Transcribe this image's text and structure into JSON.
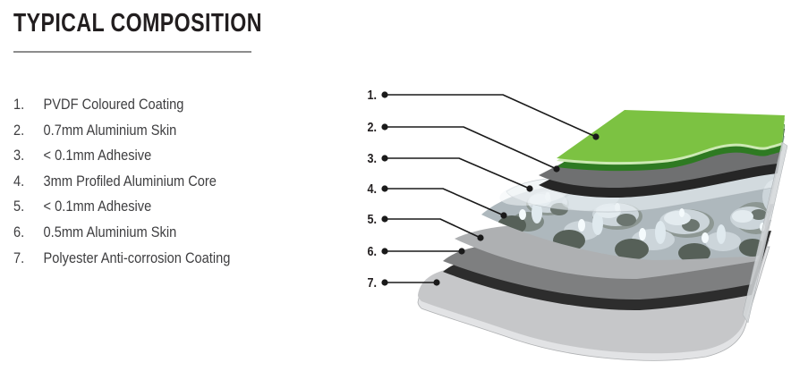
{
  "header": {
    "title": "TYPICAL COMPOSITION"
  },
  "legend": {
    "items": [
      {
        "number": "1.",
        "label": "PVDF Coloured Coating"
      },
      {
        "number": "2.",
        "label": "0.7mm Aluminium Skin"
      },
      {
        "number": "3.",
        "label": "< 0.1mm Adhesive"
      },
      {
        "number": "4.",
        "label": "3mm Profiled Aluminium Core"
      },
      {
        "number": "5.",
        "label": "< 0.1mm Adhesive"
      },
      {
        "number": "6.",
        "label": "0.5mm Aluminium Skin"
      },
      {
        "number": "7.",
        "label": "Polyester Anti-corrosion Coating"
      }
    ]
  },
  "diagram": {
    "callouts": [
      {
        "number": "1."
      },
      {
        "number": "2."
      },
      {
        "number": "3."
      },
      {
        "number": "4."
      },
      {
        "number": "5."
      },
      {
        "number": "6."
      },
      {
        "number": "7."
      }
    ],
    "colors": {
      "coating_top": "#7CC242",
      "coating_edge_dark": "#2E7A22",
      "coating_edge_highlight": "#CDE9B4",
      "upper_skin": "#6F7071",
      "upper_skin_underside": "#262626",
      "upper_adhesive": "#E9EFF2",
      "core_base": "#AEB8BD",
      "core_cell_light": "#CCD5DA",
      "core_cell_dark": "#566058",
      "lower_adhesive": "#AEB0B2",
      "lower_skin": "#7E7F80",
      "lower_skin_underside": "#2D2D2D",
      "bottom_coating": "#C6C7C9",
      "bottom_coating_rim": "#E2E3E5",
      "side_bevel": "#D2D6D8",
      "callout_line": "#1A1A1A"
    }
  }
}
